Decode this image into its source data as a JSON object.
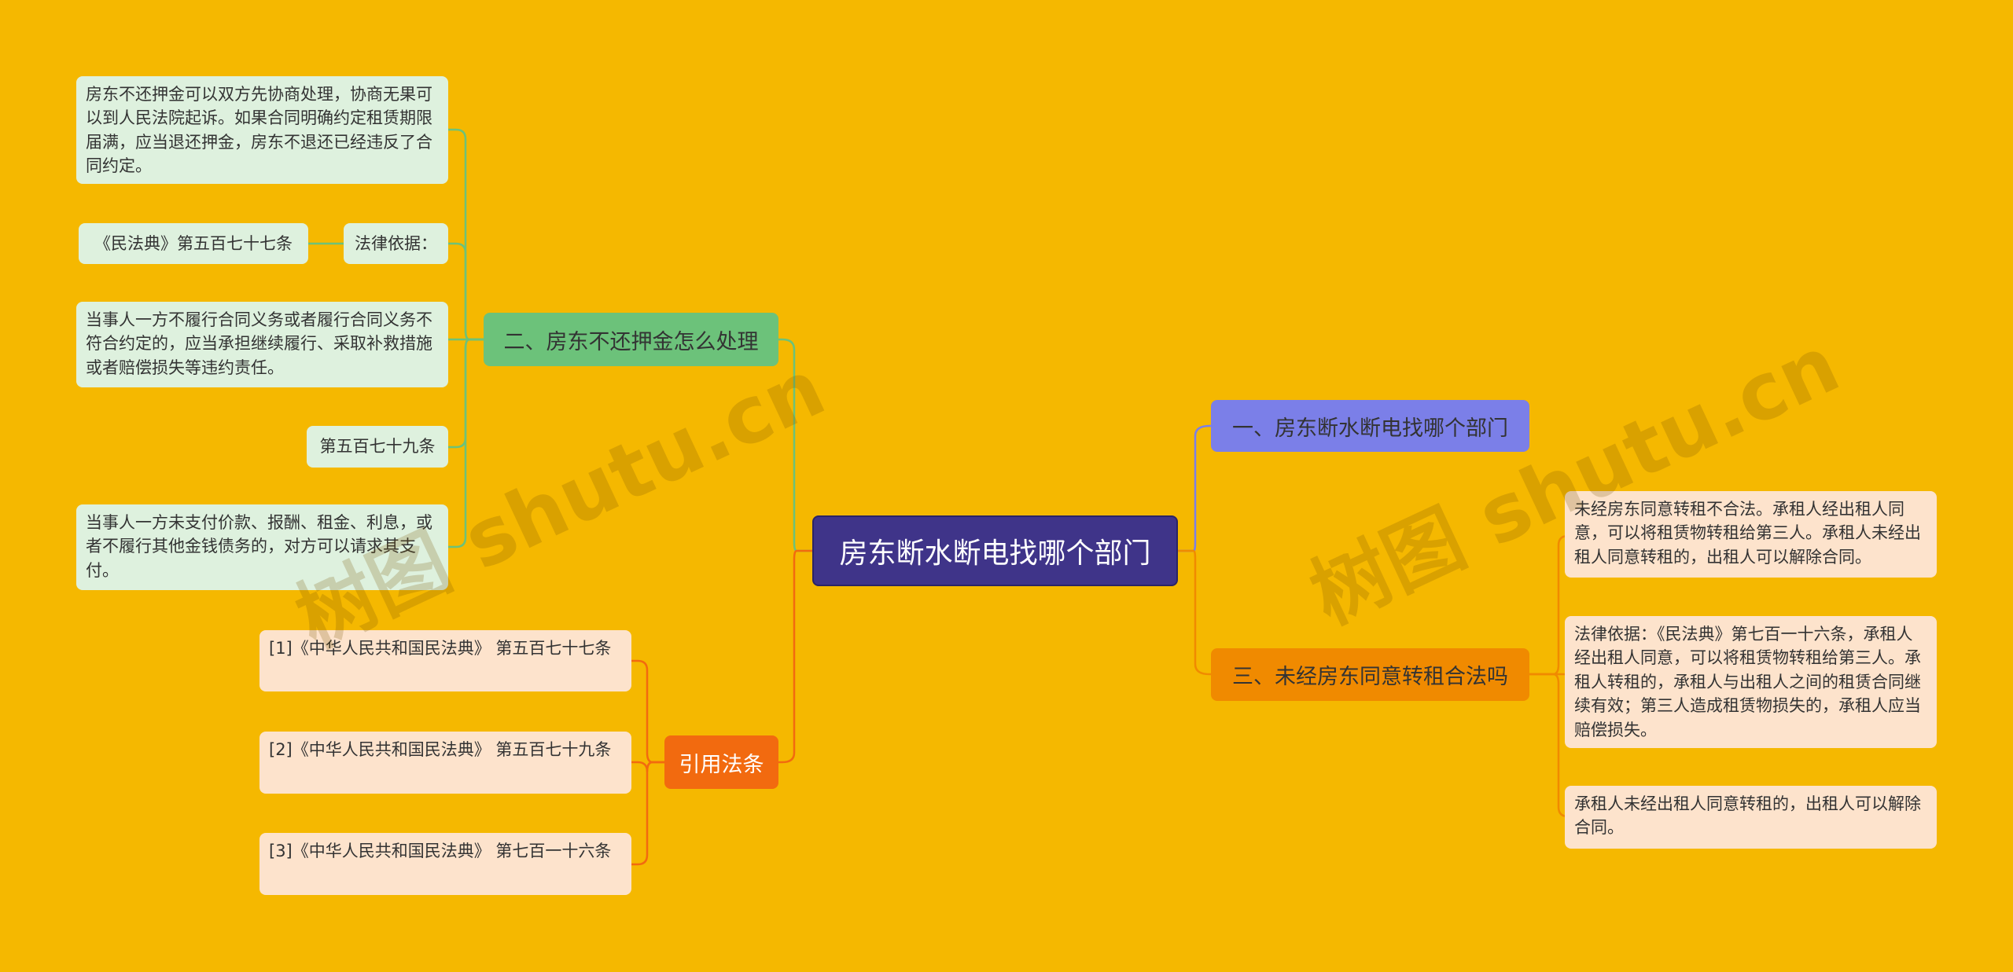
{
  "root": {
    "label": "房东断水断电找哪个部门"
  },
  "branches": {
    "b1": {
      "label": "一、房东断水断电找哪个部门",
      "color": "#7b7fe8"
    },
    "b2": {
      "label": "二、房东不还押金怎么处理",
      "color": "#6cc27a",
      "leaves": [
        "房东不还押金可以双方先协商处理，协商无果可以到人民法院起诉。如果合同明确约定租赁期限届满，应当退还押金，房东不退还已经违反了合同约定。",
        "法律依据：",
        "《民法典》第五百七十七条",
        "当事人一方不履行合同义务或者履行合同义务不符合约定的，应当承担继续履行、采取补救措施或者赔偿损失等违约责任。",
        "第五百七十九条",
        "当事人一方未支付价款、报酬、租金、利息，或者不履行其他金钱债务的，对方可以请求其支付。"
      ]
    },
    "b3": {
      "label": "三、未经房东同意转租合法吗",
      "color": "#f08a00",
      "leaves": [
        "未经房东同意转租不合法。承租人经出租人同意，可以将租赁物转租给第三人。承租人未经出租人同意转租的，出租人可以解除合同。",
        "法律依据：《民法典》第七百一十六条，承租人经出租人同意，可以将租赁物转租给第三人。承租人转租的，承租人与出租人之间的租赁合同继续有效；第三人造成租赁物损失的，承租人应当赔偿损失。",
        "承租人未经出租人同意转租的，出租人可以解除合同。"
      ]
    },
    "b4": {
      "label": "引用法条",
      "color": "#f26a0f",
      "leaves": [
        "[1]《中华人民共和国民法典》 第五百七十七条",
        "[2]《中华人民共和国民法典》 第五百七十九条",
        "[3]《中华人民共和国民法典》 第七百一十六条"
      ]
    }
  },
  "watermarks": [
    "树图 shutu.cn",
    "树图 shutu.cn"
  ]
}
